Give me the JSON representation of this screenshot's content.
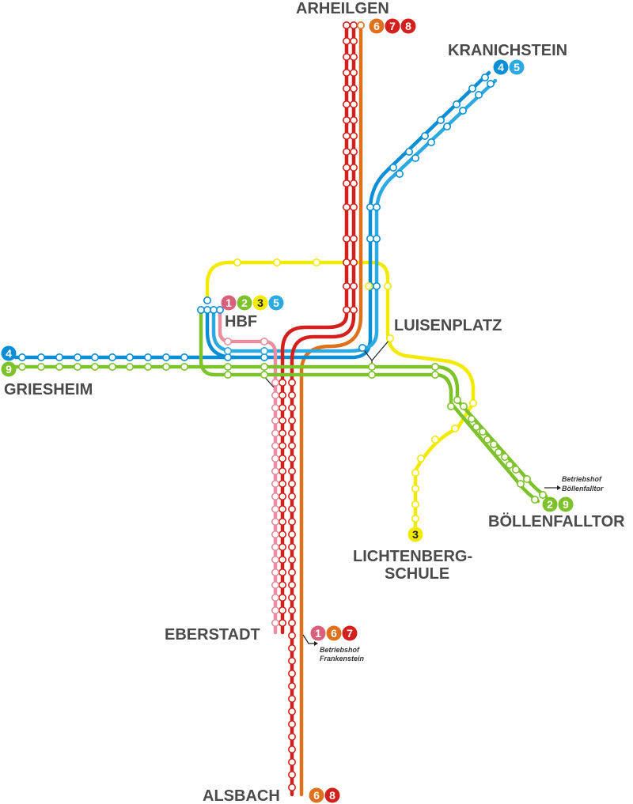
{
  "colors": {
    "line_1": "#d9607a",
    "line_1_track": "#e88ea0",
    "line_2": "#7dc22a",
    "line_3": "#f2ea00",
    "line_4": "#0a8fd6",
    "line_5": "#2da9e1",
    "line_6": "#e0711c",
    "line_7": "#d3201c",
    "line_8": "#d3201c",
    "line_9": "#7dc22a"
  },
  "stations": {
    "arheilgen": {
      "label": "ARHEILGEN",
      "lines": [
        "6",
        "7",
        "8"
      ]
    },
    "kranichstein": {
      "label": "KRANICHSTEIN",
      "lines": [
        "4",
        "5"
      ]
    },
    "hbf": {
      "label": "HBF",
      "lines": [
        "1",
        "2",
        "3",
        "5"
      ]
    },
    "luisenplatz": {
      "label": "LUISENPLATZ"
    },
    "griesheim": {
      "label": "GRIESHEIM",
      "lines": [
        "4",
        "9"
      ]
    },
    "boellenfalltor": {
      "label": "BÖLLENFALLTOR",
      "lines": [
        "2",
        "9"
      ],
      "note_1": "Betriebshof",
      "note_2": "Böllenfalltor"
    },
    "lichtenbergschule": {
      "label_1": "LICHTENBERG-",
      "label_2": "SCHULE",
      "lines": [
        "3"
      ]
    },
    "eberstadt": {
      "label": "EBERSTADT",
      "lines": [
        "1",
        "6",
        "7"
      ],
      "note_1": "Betriebshof",
      "note_2": "Frankenstein"
    },
    "alsbach": {
      "label": "ALSBACH",
      "lines": [
        "6",
        "8"
      ]
    }
  }
}
